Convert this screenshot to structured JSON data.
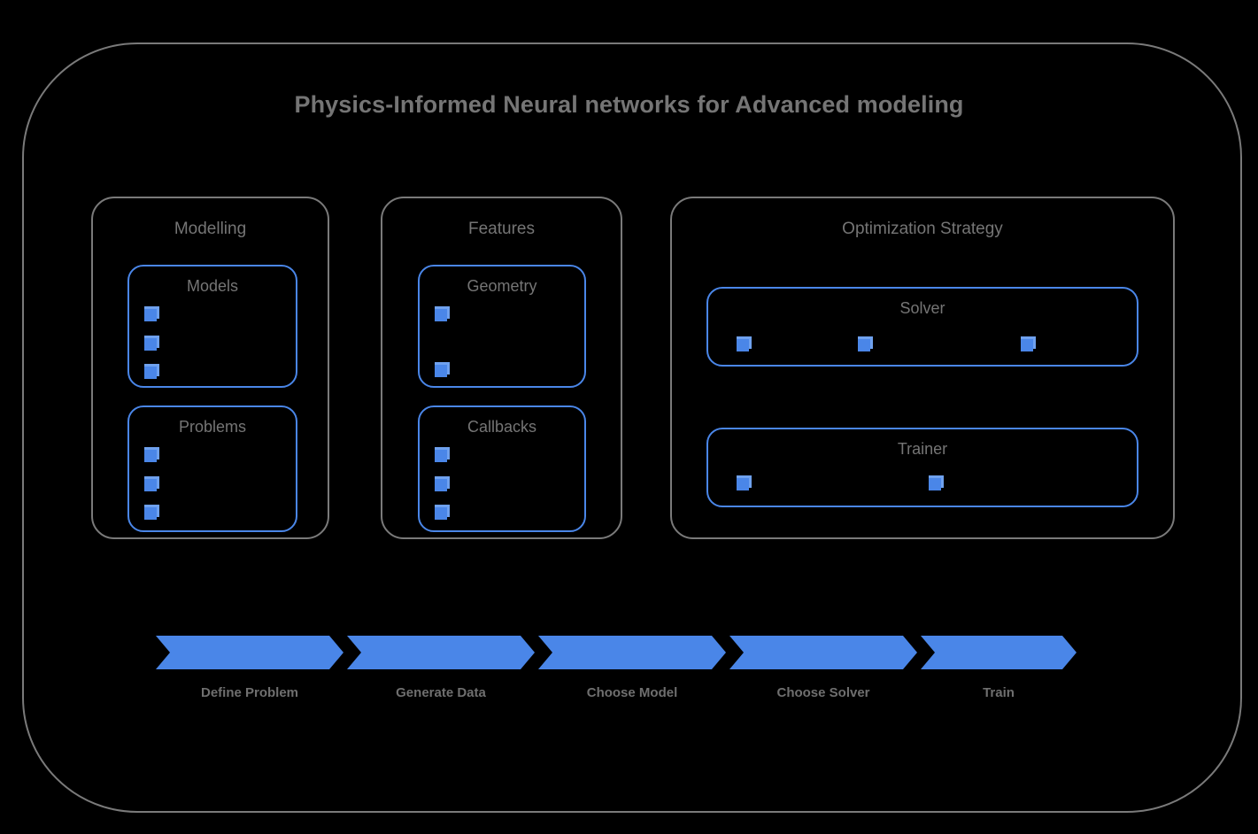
{
  "title": "Physics-Informed Neural networks for Advanced modeling",
  "colors": {
    "background": "#000000",
    "frame_stroke": "#7a7a7a",
    "accent_blue": "#4A86E8",
    "text_gray": "#757575"
  },
  "groups": [
    {
      "id": "modelling",
      "title": "Modelling",
      "panels": [
        {
          "id": "models",
          "title": "Models",
          "item_count": 3,
          "layout": "vertical"
        },
        {
          "id": "problems",
          "title": "Problems",
          "item_count": 3,
          "layout": "vertical"
        }
      ]
    },
    {
      "id": "features",
      "title": "Features",
      "panels": [
        {
          "id": "geometry",
          "title": "Geometry",
          "item_count": 2,
          "layout": "vertical"
        },
        {
          "id": "callbacks",
          "title": "Callbacks",
          "item_count": 3,
          "layout": "vertical"
        }
      ]
    },
    {
      "id": "optimization-strategy",
      "title": "Optimization Strategy",
      "panels": [
        {
          "id": "solver",
          "title": "Solver",
          "item_count": 3,
          "layout": "horizontal"
        },
        {
          "id": "trainer",
          "title": "Trainer",
          "item_count": 2,
          "layout": "horizontal"
        }
      ]
    }
  ],
  "process_flow": {
    "steps": [
      {
        "label": "Define Problem"
      },
      {
        "label": "Generate Data"
      },
      {
        "label": "Choose Model"
      },
      {
        "label": "Choose Solver"
      },
      {
        "label": "Train"
      }
    ]
  }
}
